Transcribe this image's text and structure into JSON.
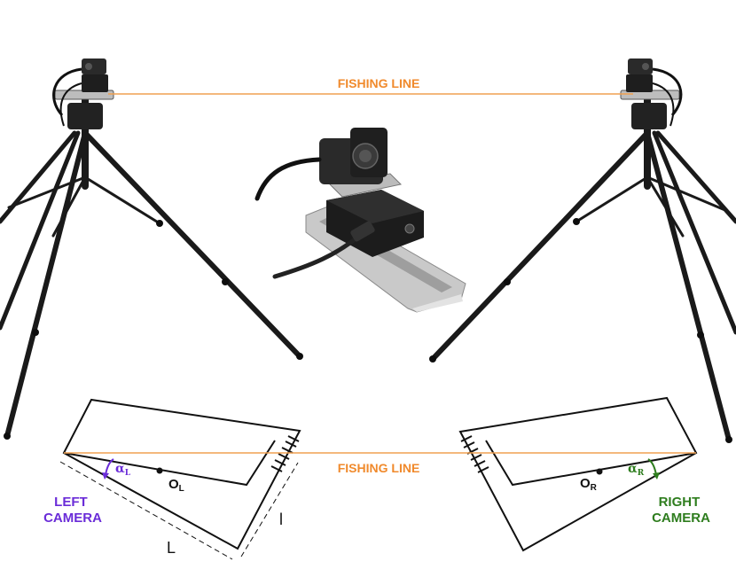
{
  "labels": {
    "fishing_line_top": "FISHING LINE",
    "fishing_line_bottom": "FISHING LINE",
    "left_camera_line1": "LEFT",
    "left_camera_line2": "CAMERA",
    "right_camera_line1": "RIGHT",
    "right_camera_line2": "CAMERA",
    "origin_left_main": "O",
    "origin_left_sub": "L",
    "origin_right_main": "O",
    "origin_right_sub": "R",
    "angle_left_main": "α",
    "angle_left_sub": "L",
    "angle_right_main": "α",
    "angle_right_sub": "R",
    "dim_long": "L",
    "dim_short": "l"
  },
  "colors": {
    "fishing_line": "#f0a050",
    "fishing_label": "#f08a2c",
    "left_label": "#6a2cd8",
    "right_label": "#2e7d1e",
    "outline": "#111111",
    "aluminum": "#c9c9c9"
  }
}
